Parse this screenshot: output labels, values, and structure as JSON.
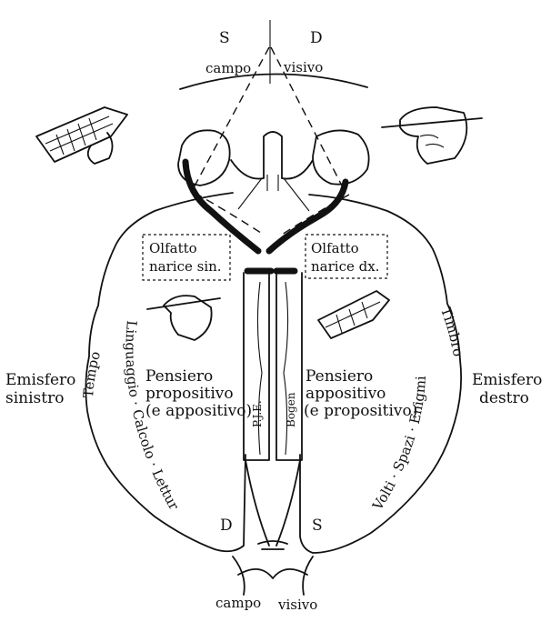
{
  "top_view": {
    "left": "S",
    "right": "D",
    "label_left": "campo",
    "label_right": "visivo"
  },
  "bottom_view": {
    "left": "D",
    "right": "S",
    "label_left": "campo",
    "label_right": "visivo"
  },
  "left_hemisphere": {
    "name_line1": "Emisfero",
    "name_line2": "sinistro",
    "olfaction_line1": "Olfatto",
    "olfaction_line2": "narice sin.",
    "thought_line1": "Pensiero",
    "thought_line2": "propositivo",
    "thought_line3": "(e appositivo)",
    "arc_outer": "Tempo",
    "arc_inner": "Linguaggio · Calcolo · Lettura"
  },
  "right_hemisphere": {
    "name_line1": "Emisfero",
    "name_line2": "destro",
    "olfaction_line1": "Olfatto",
    "olfaction_line2": "narice dx.",
    "thought_line1": "Pensiero",
    "thought_line2": "appositivo",
    "thought_line3": "(e propositivo)",
    "arc_outer": "Timbro",
    "arc_inner": "Volti · Spazi · Enigmi"
  },
  "commissure_labels": {
    "left": "P.J.E.",
    "right": "Bogen"
  }
}
